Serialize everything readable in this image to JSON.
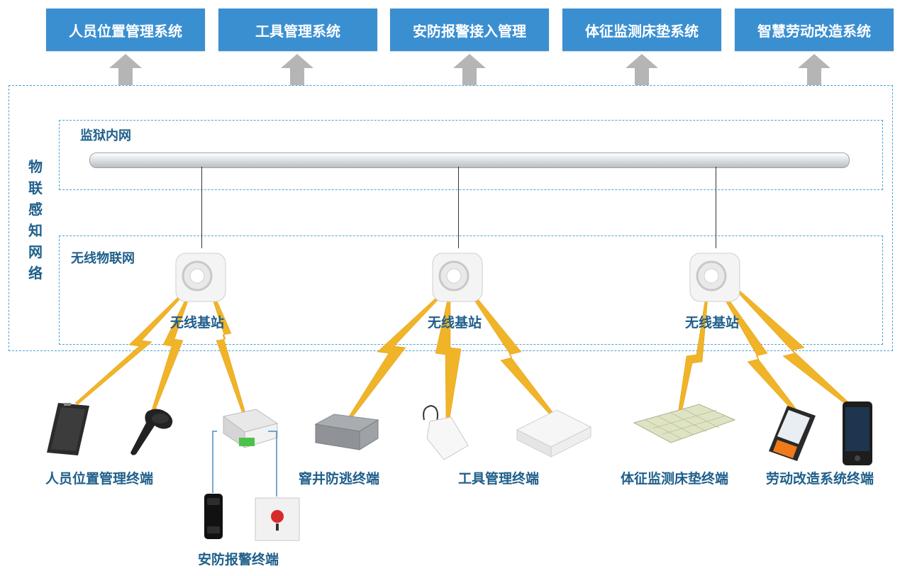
{
  "systems": [
    "人员位置管理系统",
    "工具管理系统",
    "安防报警接入管理",
    "体征监测床垫系统",
    "智慧劳动改造系统"
  ],
  "iot_label": "物联感知网络",
  "intranet_label": "监狱内网",
  "wireless_label": "无线物联网",
  "base_station_label": "无线基站",
  "terminals": {
    "personnel": "人员位置管理终端",
    "security": "安防报警终端",
    "well": "窨井防逃终端",
    "tool": "工具管理终端",
    "mattress": "体征监测床垫终端",
    "labor": "劳动改造系统终端"
  },
  "colors": {
    "system_box": "#3a8fd1",
    "label_text": "#1f5f8b",
    "dashed_border": "#4aa3d9",
    "signal": "#f0b429",
    "arrow": "#b5b5b5"
  }
}
